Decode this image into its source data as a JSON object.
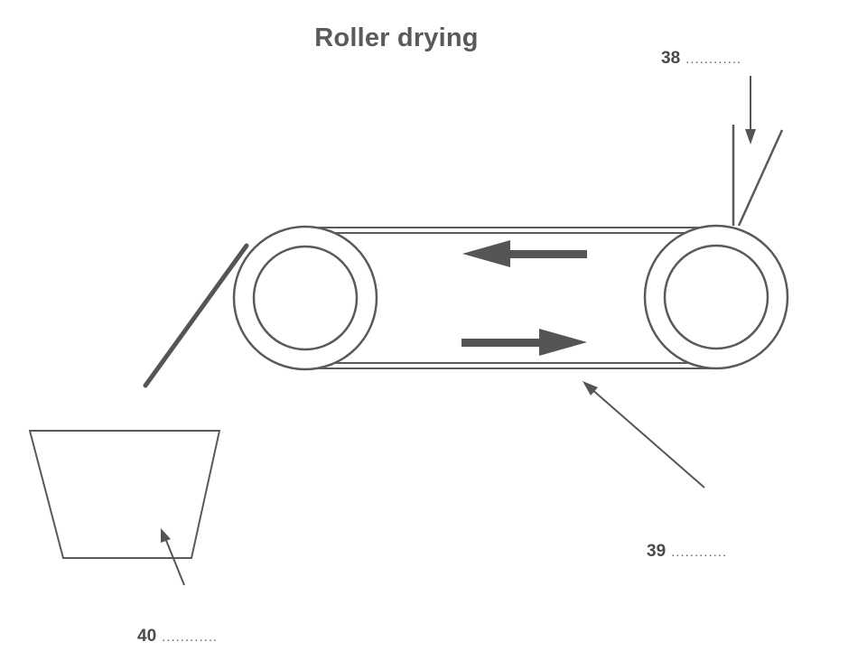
{
  "title": "Roller drying",
  "labels": {
    "item_38": {
      "number": "38",
      "blank": "............"
    },
    "item_39": {
      "number": "39",
      "blank": "............"
    },
    "item_40": {
      "number": "40",
      "blank": "............"
    }
  },
  "colors": {
    "line": "#5a5a5a",
    "arrow": "#555555",
    "text": "#4a4a4a"
  }
}
